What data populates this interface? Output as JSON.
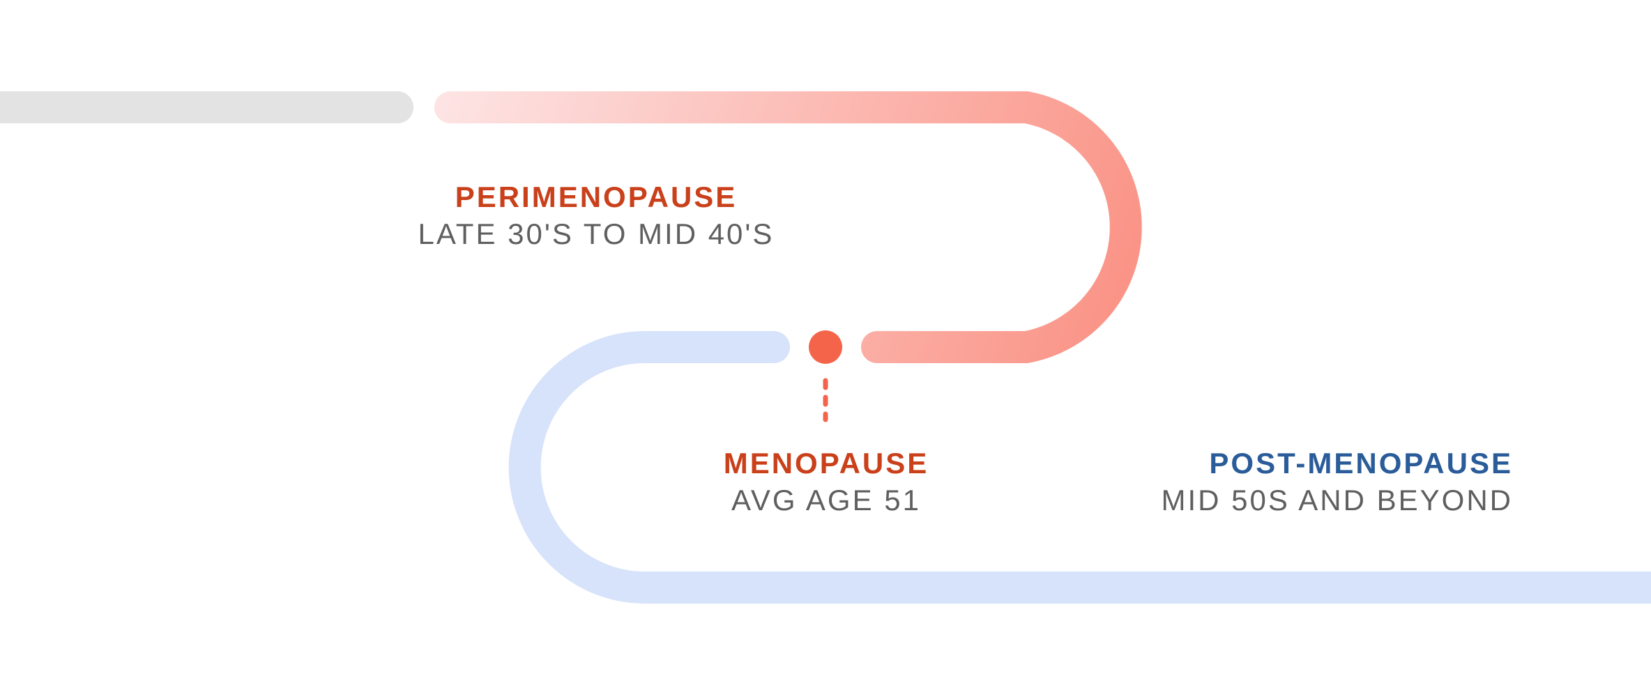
{
  "stages": [
    {
      "title": "PERIMENOPAUSE",
      "subtitle": "LATE 30'S TO MID 40'S"
    },
    {
      "title": "MENOPAUSE",
      "subtitle": "AVG AGE 51"
    },
    {
      "title": "POST-MENOPAUSE",
      "subtitle": "MID 50S AND BEYOND"
    }
  ],
  "colors": {
    "pre_track": "#e3e3e3",
    "perimenopause_start": "#fde3e3",
    "perimenopause_end": "#fa8e80",
    "menopause_marker": "#f4644a",
    "post_track": "#d7e3fa",
    "peri_title": "#c9401a",
    "menopause_title": "#c9401a",
    "post_title": "#2a5c9a",
    "subtitle": "#5f5f5f"
  }
}
